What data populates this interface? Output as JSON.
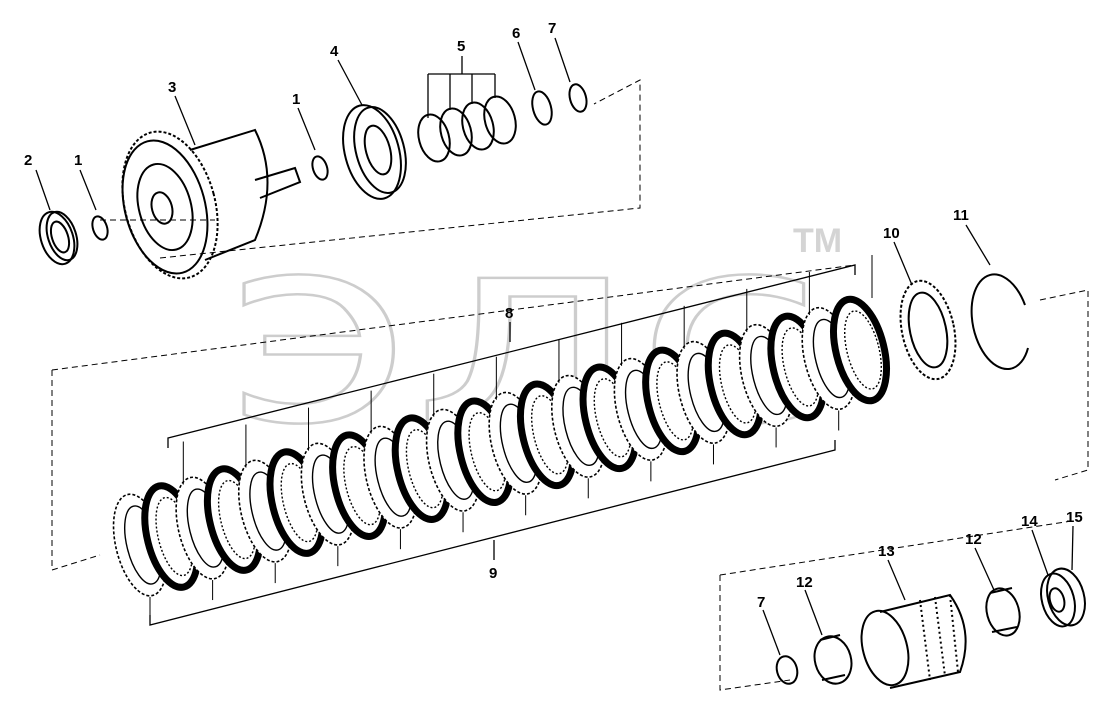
{
  "watermark": {
    "text": "элс",
    "tm": "TM"
  },
  "callouts": {
    "c1a": "1",
    "c1b": "1",
    "c2": "2",
    "c3": "3",
    "c4": "4",
    "c5": "5",
    "c6": "6",
    "c7a": "7",
    "c7b": "7",
    "c8": "8",
    "c9": "9",
    "c10": "10",
    "c11": "11",
    "c12a": "12",
    "c12b": "12",
    "c13": "13",
    "c14": "14",
    "c15": "15"
  },
  "icons": [
    "retaining-ring-icon",
    "bearing-icon",
    "gear-hub-icon",
    "seal-icon",
    "spring-icon",
    "clutch-plate-icon",
    "snap-ring-icon",
    "roller-bearing-icon",
    "gear-icon"
  ]
}
